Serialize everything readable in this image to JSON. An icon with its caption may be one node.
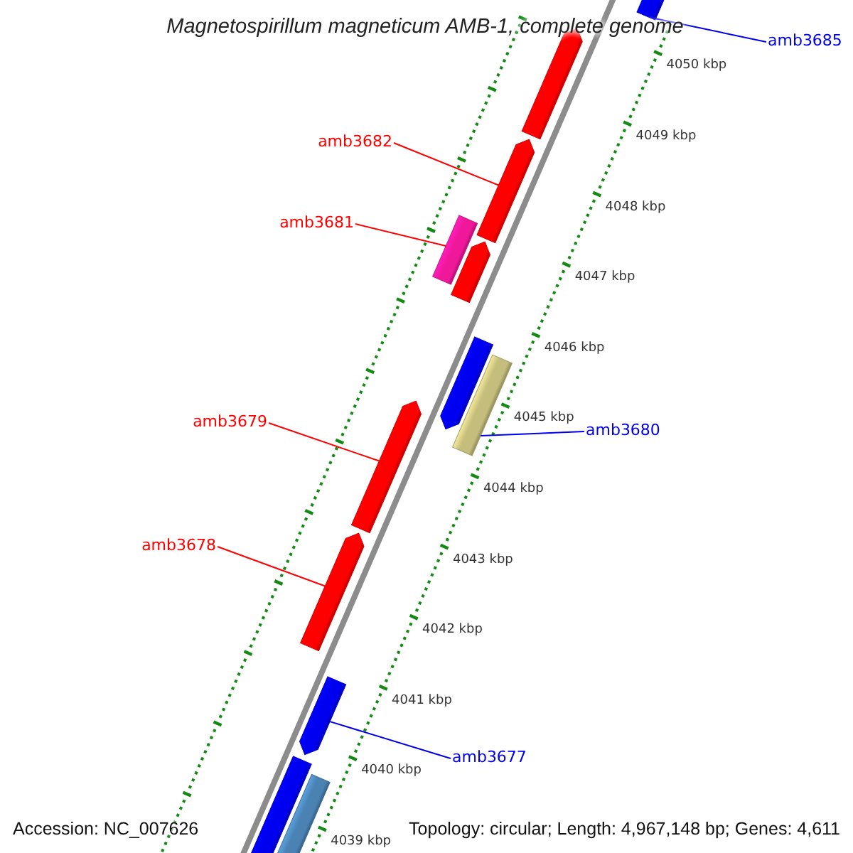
{
  "diagram": {
    "title": "Magnetospirillum magneticum AMB-1, complete genome",
    "nodes": [
      {
        "text": [
          "amb3685"
        ]
      },
      {
        "text": [],
        "shape": "bar"
      },
      {
        "text": [],
        "shape": "bar"
      },
      {
        "text": [
          "amb3682"
        ]
      },
      {
        "text": [],
        "shape": "bar"
      },
      {
        "text": [
          "amb3681"
        ]
      },
      {
        "text": [],
        "shape": "bar"
      },
      {
        "text": [],
        "shape": "bar"
      },
      {
        "text": [],
        "shape": "bar"
      },
      {
        "text": [],
        "shape": "bar"
      },
      {
        "text": [
          "amb3680"
        ]
      },
      {
        "text": [
          "amb3679"
        ]
      },
      {
        "text": [],
        "shape": "bar"
      },
      {
        "text": [
          "amb3678"
        ]
      },
      {
        "text": [],
        "shape": "bar"
      },
      {
        "text": [],
        "shape": "bar"
      },
      {
        "text": [
          "amb3677"
        ]
      },
      {
        "text": [],
        "shape": "bar"
      },
      {
        "text": [],
        "shape": "bar"
      }
    ],
    "edges": [
      {
        "from": 0,
        "to": 1,
        "arrow": "none",
        "color": "#0000f0"
      },
      {
        "from": 3,
        "to": 4,
        "arrow": "none"
      },
      {
        "from": 5,
        "to": 6,
        "arrow": "none"
      },
      {
        "from": 10,
        "to": 9,
        "arrow": "none",
        "color": "#0000f0"
      },
      {
        "from": 11,
        "to": 12,
        "arrow": "none"
      },
      {
        "from": 13,
        "to": 14,
        "arrow": "none"
      },
      {
        "from": 16,
        "to": 15,
        "arrow": "none",
        "color": "#0000f0"
      }
    ],
    "labels": [
      "4050 kbp",
      "4049 kbp",
      "4048 kbp",
      "4047 kbp",
      "4046 kbp",
      "4045 kbp",
      "4044 kbp",
      "4043 kbp",
      "4042 kbp",
      "4041 kbp",
      "4040 kbp",
      "4039 kbp",
      "Accession: NC_007626",
      "Topology: circular; Length: 4,967,148 bp; Genes: 4,611"
    ]
  }
}
